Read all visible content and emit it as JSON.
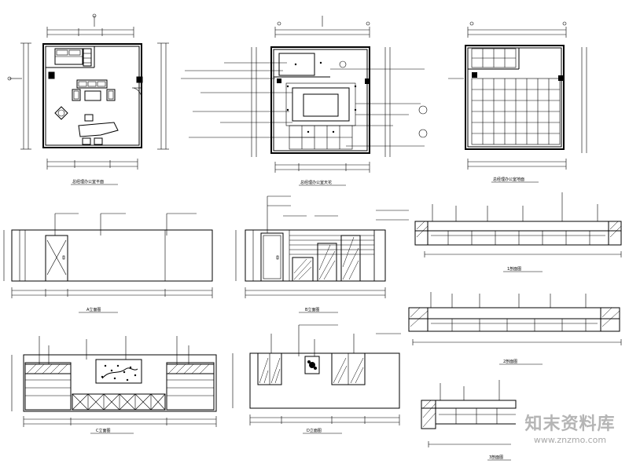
{
  "drawing": {
    "sheet_kind": "interior-design-drawings",
    "captions": {
      "furniture_plan": "总经理办公室平面",
      "ceiling_plan": "总经理办公室天花",
      "floor_plan": "总经理办公室地面",
      "elev_a": "A立面图",
      "elev_b": "B立面图",
      "elev_c": "C立面图",
      "elev_d": "D立面图",
      "section_1": "1剖面图",
      "section_2": "2剖面图",
      "section_3": "3剖面图"
    }
  },
  "watermark": {
    "main": "知末资料库",
    "url": "www.znzmo.com"
  }
}
